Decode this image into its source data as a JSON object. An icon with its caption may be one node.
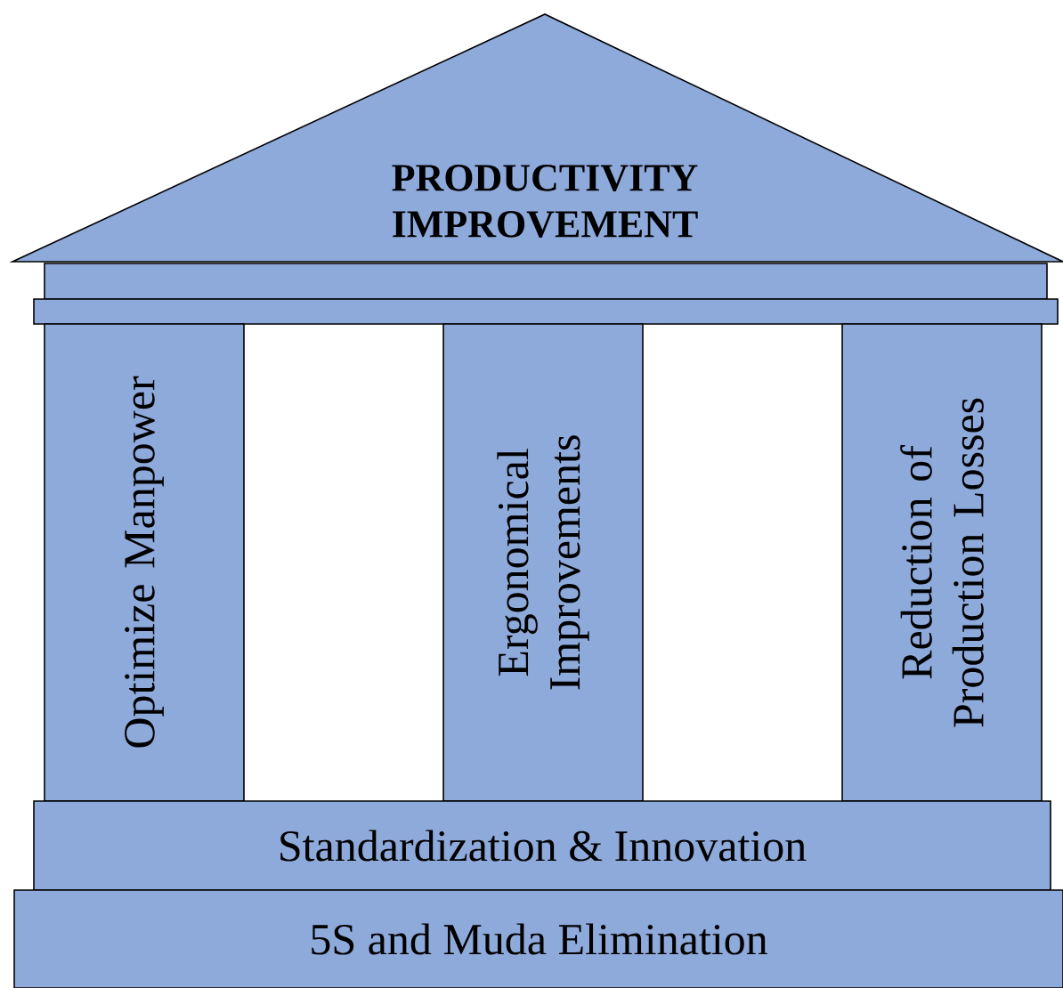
{
  "diagram": {
    "nodes": [
      {
        "text": [
          "PRODUCTIVITY IMPROVEMENT"
        ]
      },
      {
        "text": [],
        "shape": "bar"
      },
      {
        "text": [],
        "shape": "bar"
      },
      {
        "text": [
          "Optimize Manpower"
        ]
      },
      {
        "text": [
          "Ergonomical Improvements"
        ]
      },
      {
        "text": [
          "Reduction of Production Losses"
        ]
      },
      {
        "text": [
          "Standardization & Innovation"
        ]
      },
      {
        "text": [
          "5S and Muda Elimination"
        ]
      }
    ]
  }
}
